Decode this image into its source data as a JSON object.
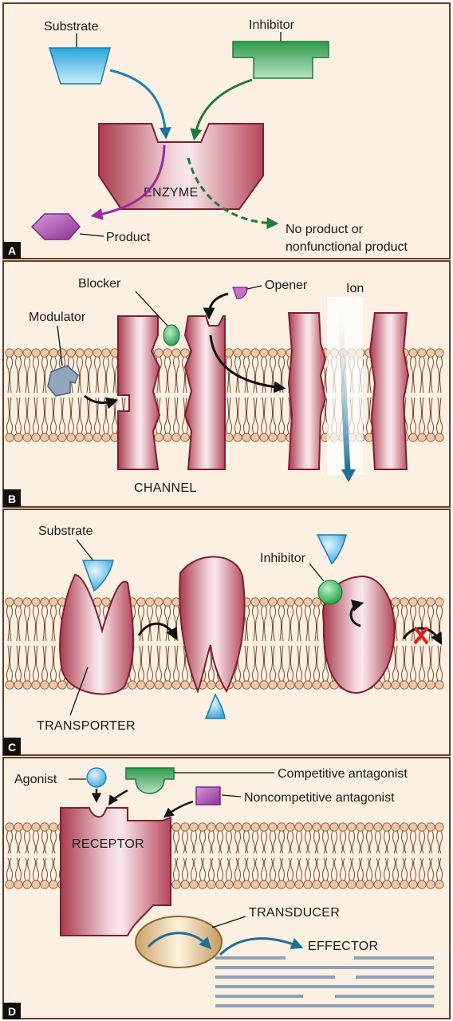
{
  "panels": {
    "a": {
      "tag": "A",
      "substrate": "Substrate",
      "inhibitor": "Inhibitor",
      "enzyme": "ENZYME",
      "product": "Product",
      "no_product_line1": "No product or",
      "no_product_line2": "nonfunctional product"
    },
    "b": {
      "tag": "B",
      "blocker": "Blocker",
      "opener": "Opener",
      "ion": "Ion",
      "modulator": "Modulator",
      "channel": "CHANNEL"
    },
    "c": {
      "tag": "C",
      "substrate": "Substrate",
      "inhibitor": "Inhibitor",
      "transporter": "TRANSPORTER"
    },
    "d": {
      "tag": "D",
      "agonist": "Agonist",
      "competitive": "Competitive antagonist",
      "noncompetitive": "Noncompetitive antagonist",
      "receptor": "RECEPTOR",
      "transducer": "TRANSDUCER",
      "effector": "EFFECTOR"
    }
  },
  "colors": {
    "protein": "#c9586a",
    "substrate": "#5bc3ea",
    "inhibitor": "#3fae5a",
    "product": "#9b3fa3",
    "ion_arrow": "#1f6f98",
    "lipid_head": "#efc7a4"
  }
}
